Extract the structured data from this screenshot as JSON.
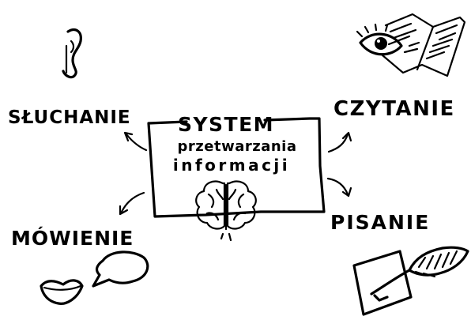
{
  "center": {
    "line1": "SYSTEM",
    "line2": "przetwarzania",
    "line3": "informacji"
  },
  "nodes": {
    "listening": "SŁUCHANIE",
    "reading": "CZYTANIE",
    "speaking": "MÓWIENIE",
    "writing": "PISANIE"
  },
  "icons": {
    "listening": "ear-icon",
    "reading": "eye-book-icon",
    "speaking": "mouth-speech-bubble-icon",
    "writing": "paper-quill-icon",
    "center": "brain-icon"
  },
  "colors": {
    "ink": "#000000",
    "background": "#ffffff"
  }
}
